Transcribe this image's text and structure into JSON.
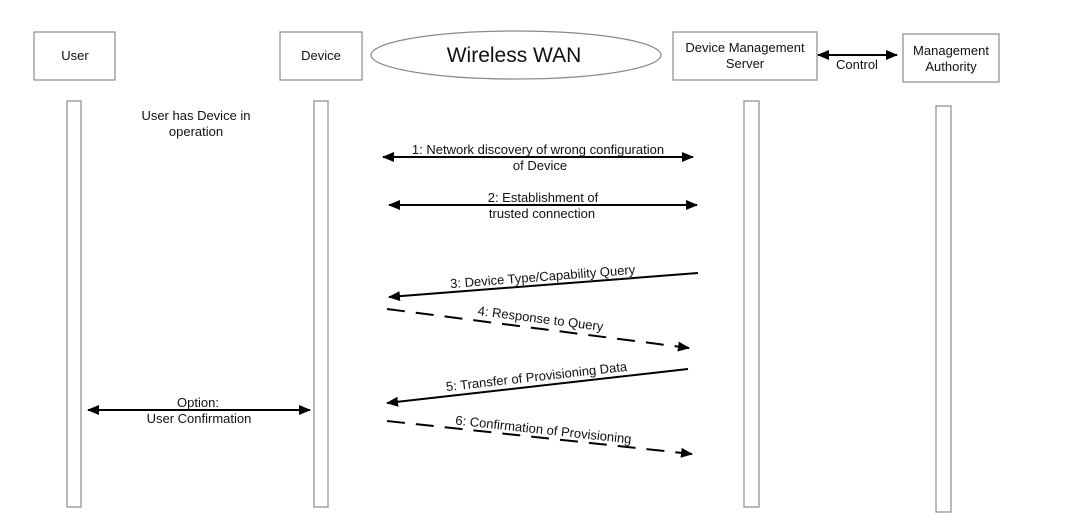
{
  "diagram": {
    "type": "sequence-diagram",
    "participants": [
      {
        "id": "user",
        "label_lines": [
          "User"
        ]
      },
      {
        "id": "device",
        "label_lines": [
          "Device"
        ]
      },
      {
        "id": "wwan",
        "label_lines": [
          "Wireless WAN"
        ],
        "shape": "ellipse"
      },
      {
        "id": "dms",
        "label_lines": [
          "Device Management",
          "Server"
        ]
      },
      {
        "id": "authority",
        "label_lines": [
          "Management",
          "Authority"
        ]
      }
    ],
    "control_link": {
      "from": "dms",
      "to": "authority",
      "label": "Control",
      "bidirectional": true
    },
    "notes": [
      {
        "between": [
          "user",
          "device"
        ],
        "lines": [
          "User has Device in",
          "operation"
        ]
      }
    ],
    "messages": [
      {
        "step": 1,
        "lines": [
          "1: Network discovery of wrong configuration",
          "of Device"
        ],
        "from": "device",
        "to": "dms",
        "style": "solid",
        "bidirectional": true
      },
      {
        "step": 2,
        "lines": [
          "2: Establishment of",
          "trusted connection"
        ],
        "from": "device",
        "to": "dms",
        "style": "solid",
        "bidirectional": true
      },
      {
        "step": 3,
        "lines": [
          "3: Device Type/Capability Query"
        ],
        "from": "dms",
        "to": "device",
        "style": "solid",
        "bidirectional": false
      },
      {
        "step": 4,
        "lines": [
          "4: Response to Query"
        ],
        "from": "device",
        "to": "dms",
        "style": "dashed",
        "bidirectional": false
      },
      {
        "step": 5,
        "lines": [
          "5: Transfer of Provisioning Data"
        ],
        "from": "dms",
        "to": "device",
        "style": "solid",
        "bidirectional": false
      },
      {
        "step": 6,
        "lines": [
          "6: Confirmation of Provisioning"
        ],
        "from": "device",
        "to": "dms",
        "style": "dashed",
        "bidirectional": false
      },
      {
        "step": null,
        "lines": [
          "Option:",
          "User Confirmation"
        ],
        "from": "user",
        "to": "device",
        "style": "solid",
        "bidirectional": true
      }
    ]
  }
}
